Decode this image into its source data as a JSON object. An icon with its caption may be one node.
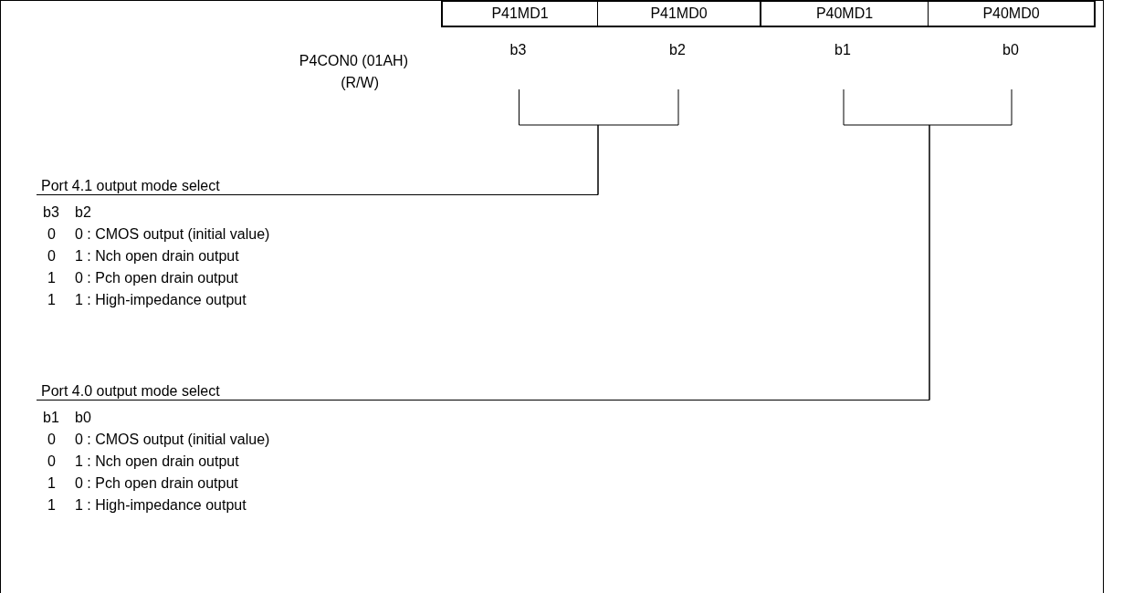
{
  "diagram": {
    "nodes": [
      {
        "text": [
          "P41MD1"
        ],
        "beside": [
          "b3"
        ]
      },
      {
        "text": [
          "P41MD0"
        ],
        "beside": [
          "b2"
        ]
      },
      {
        "text": [
          "P40MD1"
        ],
        "beside": [
          "b1"
        ]
      },
      {
        "text": [
          "P40MD0"
        ],
        "beside": [
          "b0"
        ]
      },
      {
        "text": [
          "Port 4.1 output mode select"
        ]
      },
      {
        "text": [
          "Port 4.0 output mode select"
        ]
      }
    ],
    "edges": [
      {
        "from": 0,
        "to": 4,
        "arrow": "none"
      },
      {
        "from": 1,
        "to": 4,
        "arrow": "none"
      },
      {
        "from": 2,
        "to": 5,
        "arrow": "none"
      },
      {
        "from": 3,
        "to": 5,
        "arrow": "none"
      }
    ],
    "labels": [
      "P4CON0 (01AH)",
      "(R/W)",
      "b3",
      "b2",
      "0",
      "0 : CMOS output (initial value)",
      "0",
      "1 : Nch open drain output",
      "1",
      "0 : Pch open drain output",
      "1",
      "1 : High-impedance output",
      "b1",
      "b0",
      "0",
      "0 : CMOS output (initial value)",
      "0",
      "1 : Nch open drain output",
      "1",
      "0 : Pch open drain output",
      "1",
      "1 : High-impedance output"
    ]
  }
}
